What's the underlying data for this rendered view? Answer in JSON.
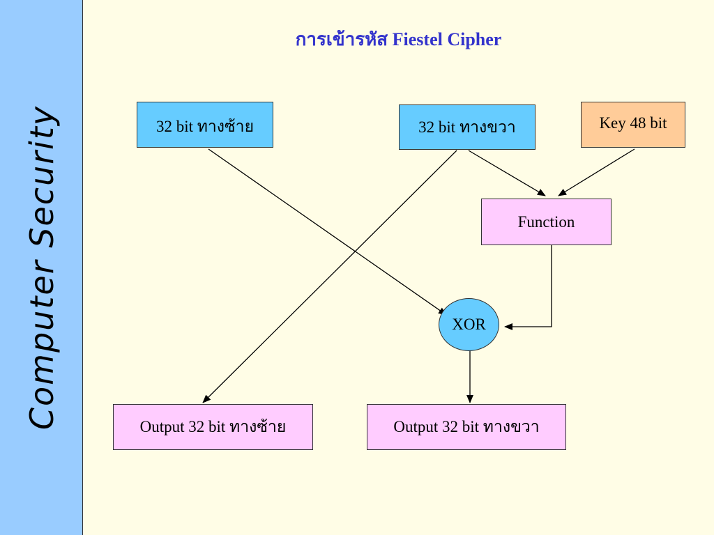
{
  "sidebar": {
    "title": "Computer Security"
  },
  "slide": {
    "title": "การเข้ารหัส Fiestel Cipher"
  },
  "diagram": {
    "left_input": "32 bit ทางซ้าย",
    "right_input": "32 bit ทางขวา",
    "key": "Key 48 bit",
    "function": "Function",
    "xor": "XOR",
    "left_output": "Output 32 bit ทางซ้าย",
    "right_output": "Output 32 bit ทางขวา"
  },
  "colors": {
    "sidebar": "#99ccff",
    "background": "#fffde6",
    "title": "#3333cc",
    "input_box": "#66ccff",
    "function_box": "#ffccff",
    "key_box": "#ffcc99"
  }
}
